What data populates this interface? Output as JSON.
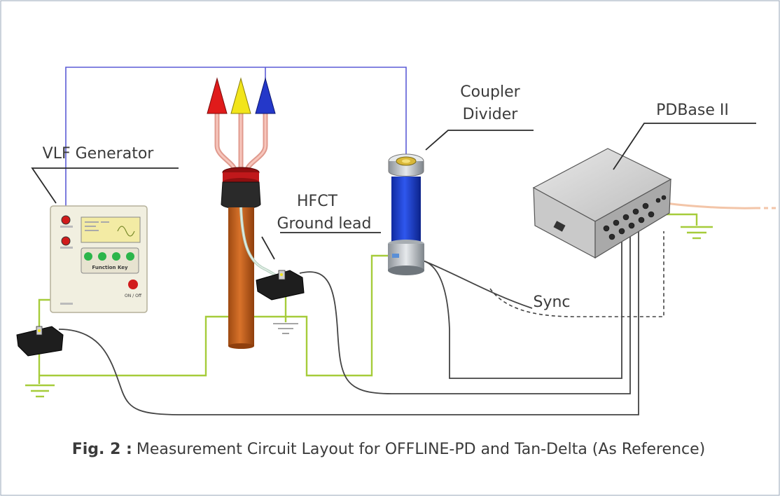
{
  "labels": {
    "coupler_line1": "Coupler",
    "coupler_line2": "Divider",
    "pdbase": "PDBase II",
    "vlf_generator": "VLF Generator",
    "hfct": "HFCT",
    "ground_lead": "Ground lead",
    "sync": "Sync"
  },
  "vlf_panel": {
    "function_key": "Function Key",
    "on_off": "ON / Off"
  },
  "caption": {
    "prefix": "Fig. 2 :",
    "text": "Measurement Circuit Layout for OFFLINE-PD and Tan-Delta (As Reference)"
  },
  "colors": {
    "hv_wire": "#5b5bd6",
    "ground_wire": "#a6cc3a",
    "signal_cable": "#444444",
    "cone_red": "#e01b1b",
    "cone_yellow": "#f2e51b",
    "cone_blue": "#2438c9",
    "cable_body": "#c8621c",
    "coupler_body": "#1f3fd0",
    "frame_border": "#9aa7b8"
  }
}
